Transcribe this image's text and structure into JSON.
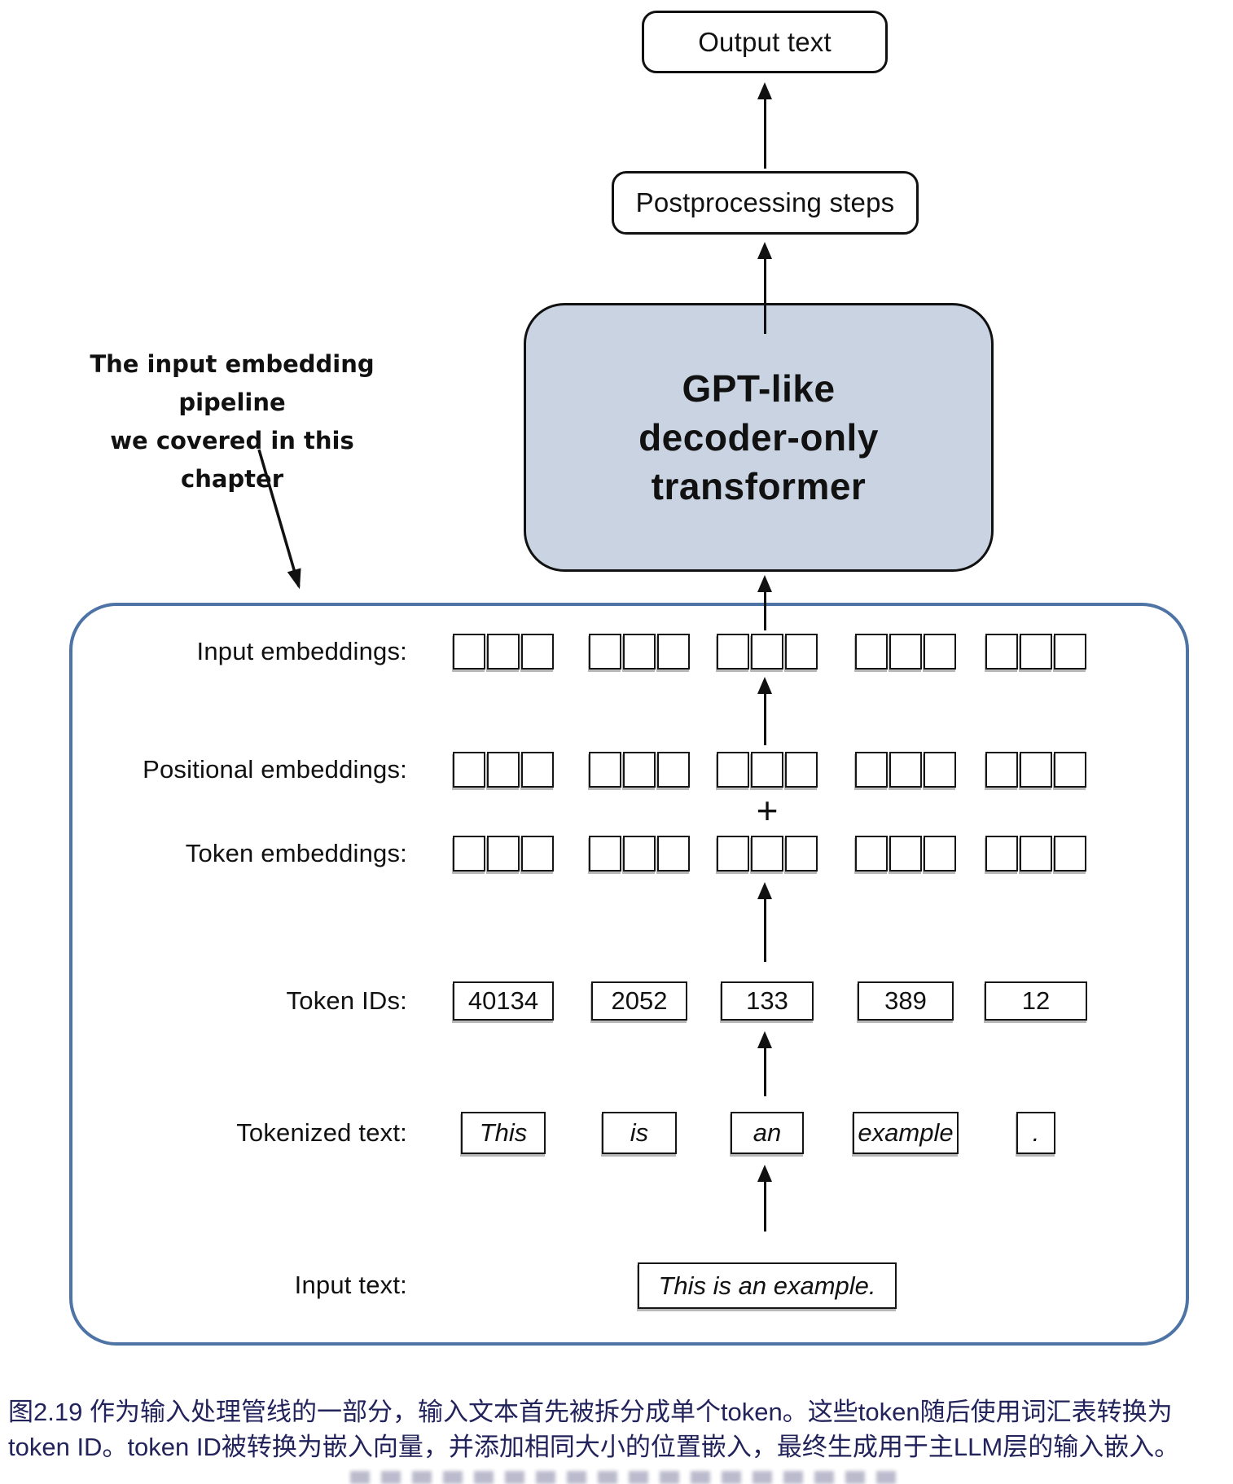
{
  "diagram": {
    "output_box_label": "Output text",
    "postprocessing_box_label": "Postprocessing steps",
    "gpt_box": {
      "lines": [
        "GPT-like",
        "decoder-only",
        "transformer"
      ]
    },
    "annotation": {
      "line1": "The input embedding pipeline",
      "line2": "we covered in this chapter"
    },
    "embedding": {
      "groups": 5,
      "cells_per_group": 3
    },
    "rows": {
      "input_embeddings": {
        "label": "Input embeddings:"
      },
      "positional_embeddings": {
        "label": "Positional embeddings:"
      },
      "plus_sign": "+",
      "token_embeddings": {
        "label": "Token embeddings:"
      },
      "token_ids": {
        "label": "Token IDs:",
        "values": [
          "40134",
          "2052",
          "133",
          "389",
          "12"
        ]
      },
      "tokenized_text": {
        "label": "Tokenized text:",
        "tokens": [
          "This",
          "is",
          "an",
          "example",
          "."
        ]
      },
      "input_text": {
        "label": "Input text:",
        "value": "This is an example."
      }
    },
    "colors": {
      "gpt_box_fill": "#c9d3e2",
      "pipeline_border": "#4e73a5",
      "box_border": "#111111",
      "caption_text": "#23235c"
    }
  },
  "caption": {
    "line1": "图2.19 作为输入处理管线的一部分，输入文本首先被拆分成单个token。这些token随后使用词汇表转换为",
    "line2": "token ID。token ID被转换为嵌入向量，并添加相同大小的位置嵌入，最终生成用于主LLM层的输入嵌入。"
  }
}
